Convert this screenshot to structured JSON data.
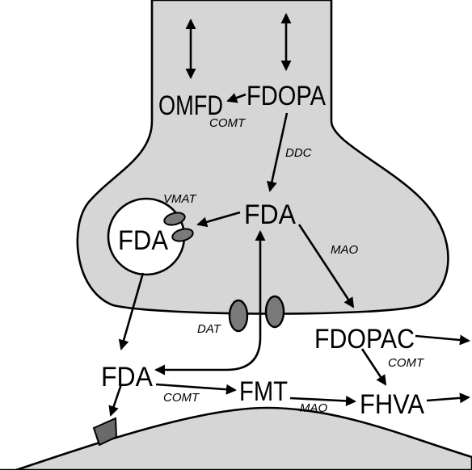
{
  "diagram": {
    "labels": {
      "omfd": "OMFD",
      "fdopa": "FDOPA",
      "comt_top": "COMT",
      "ddc": "DDC",
      "vmat": "VMAT",
      "fda_vesicle": "FDA",
      "fda_center": "FDA",
      "mao_top": "MAO",
      "dat": "DAT",
      "fdopac": "FDOPAC",
      "comt_right": "COMT",
      "fda_out": "FDA",
      "comt_bottom": "COMT",
      "fmt": "FMT",
      "mao_bottom": "MAO",
      "fhva": "FHVA"
    },
    "colors": {
      "neuron_fill": "#d6d6d6",
      "vesicle_fill": "#ffffff",
      "transporter_fill": "#7a7a7a",
      "receptor_fill": "#6a6a6a",
      "outline": "#000000"
    },
    "icons": [
      "vmat-transporter-icon",
      "dat-transporter-icon",
      "receptor-icon"
    ]
  }
}
